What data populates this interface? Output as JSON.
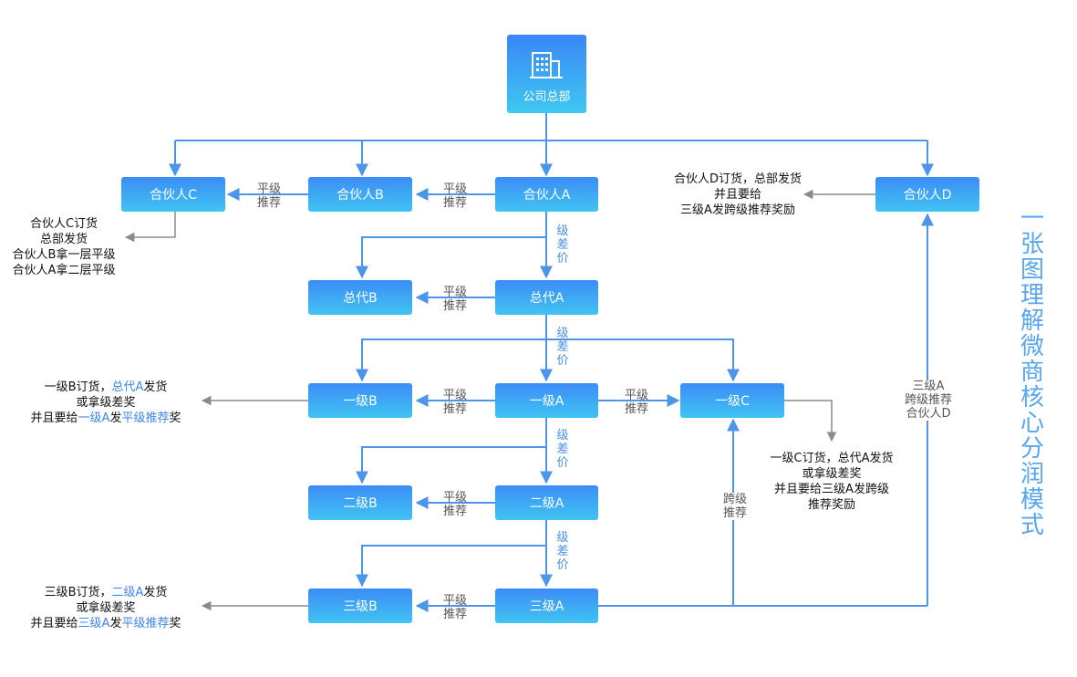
{
  "headquarters": {
    "label": "公司总部",
    "icon": "building-icon"
  },
  "partners": {
    "c": "合伙人C",
    "b": "合伙人B",
    "a": "合伙人A",
    "d": "合伙人D"
  },
  "agents": {
    "b": "总代B",
    "a": "总代A"
  },
  "level1": {
    "b": "一级B",
    "a": "一级A",
    "c": "一级C"
  },
  "level2": {
    "b": "二级B",
    "a": "二级A"
  },
  "level3": {
    "b": "三级B",
    "a": "三级A"
  },
  "labels": {
    "flat_1": "平级",
    "flat_2": "推荐",
    "diff_1": "级",
    "diff_2": "差",
    "diff_3": "价",
    "cross_1": "跨级",
    "cross_2": "推荐",
    "cross_d_1": "三级A",
    "cross_d_2": "跨级推荐",
    "cross_d_3": "合伙人D"
  },
  "notes": {
    "partner_c": [
      "合伙人C订货",
      "总部发货",
      "合伙人B拿一层平级",
      "合伙人A拿二层平级"
    ],
    "partner_d": [
      "合伙人D订货，总部发货",
      "并且要给",
      "三级A发跨级推荐奖励"
    ],
    "level1_b": {
      "line1_pre": "一级B订货，",
      "line1_hl": "总代A",
      "line1_post": "发货",
      "line2": "或拿级差奖",
      "line3_pre": "并且要给",
      "line3_hl1": "一级A",
      "line3_mid": "发",
      "line3_hl2": "平级推荐",
      "line3_post": "奖"
    },
    "level1_c": [
      "一级C订货，总代A发货",
      "或拿级差奖",
      "并且要给三级A发跨级",
      "推荐奖励"
    ],
    "level3_b": {
      "line1_pre": "三级B订货，",
      "line1_hl": "二级A",
      "line1_post": "发货",
      "line2": "或拿级差奖",
      "line3_pre": "并且要给",
      "line3_hl1": "三级A",
      "line3_mid": "发",
      "line3_hl2": "平级推荐",
      "line3_post": "奖"
    }
  },
  "title_chars": [
    "一",
    "张",
    "图",
    "理",
    "解",
    "微",
    "商",
    "核",
    "心",
    "分",
    "润",
    "模",
    "式"
  ],
  "colors": {
    "line_blue": "#4c95e8",
    "line_gray": "#8a8a8a",
    "box_top": "#3c8cf6",
    "box_bottom": "#40c4f2",
    "title": "#58a6ee"
  }
}
